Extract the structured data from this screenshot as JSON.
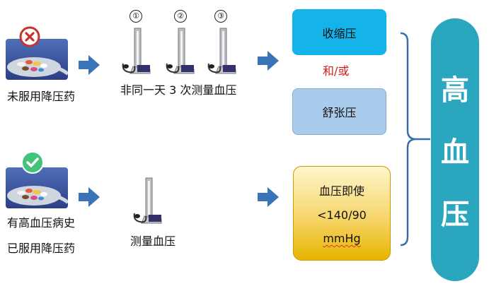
{
  "top_row": {
    "case_label": "未服用降压药",
    "status_icon": "cross-icon",
    "measure_numbers": [
      "①",
      "②",
      "③"
    ],
    "measure_label": "非同一天 3 次测量血压"
  },
  "bottom_row": {
    "status_icon": "check-icon",
    "case_label_1": "有高血压病史",
    "case_label_2": "已服用降压药",
    "measure_label": "测量血压"
  },
  "outcomes": {
    "systolic": "收缩压",
    "connector": "和/或",
    "diastolic": "舒张压",
    "criteria_line1": "血压即使",
    "criteria_line2": "<140/90",
    "criteria_line3": "mmHg"
  },
  "result": {
    "chars": [
      "高",
      "血",
      "压"
    ]
  },
  "colors": {
    "arrow": "#3a73b8",
    "systolic_box": "#14b4ea",
    "diastolic_box": "#a9ccec",
    "criteria_box_top": "#fff6cc",
    "criteria_box_bottom": "#e8b400",
    "result_box": "#2aa6bf",
    "connector_text": "#cc1f1f",
    "cross_icon": "#c8342c",
    "check_icon": "#43c27a"
  }
}
